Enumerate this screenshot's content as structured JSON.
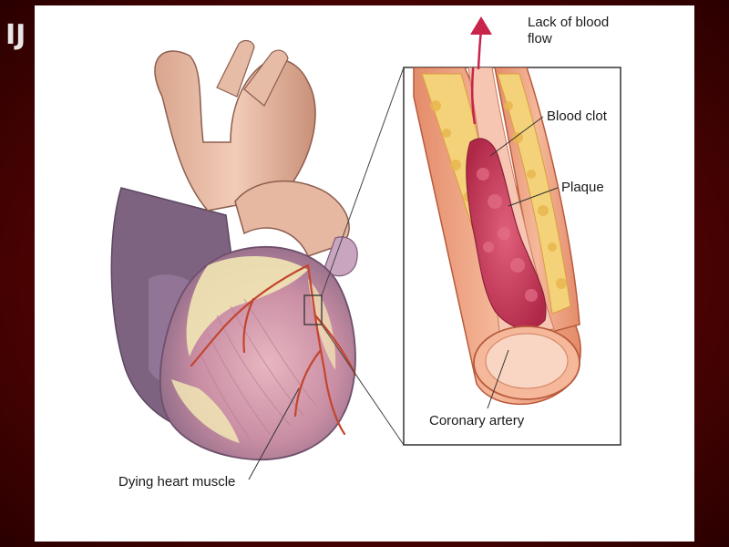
{
  "logo": {
    "text": "IJ",
    "icon": "logo-mark"
  },
  "labels": {
    "lack_of_blood_flow": "Lack of blood flow",
    "blood_clot": "Blood clot",
    "plaque": "Plaque",
    "coronary_artery": "Coronary artery",
    "dying_heart_muscle": "Dying heart muscle"
  },
  "colors": {
    "background": "#6b0606",
    "arrow": "#c8244c",
    "clot": "#c8385a",
    "plaque": "#f3d27a",
    "artery_wall": "#e8a07a",
    "heart_muscle": "#d9a2b0",
    "dying_tissue": "#f1e6b4"
  }
}
